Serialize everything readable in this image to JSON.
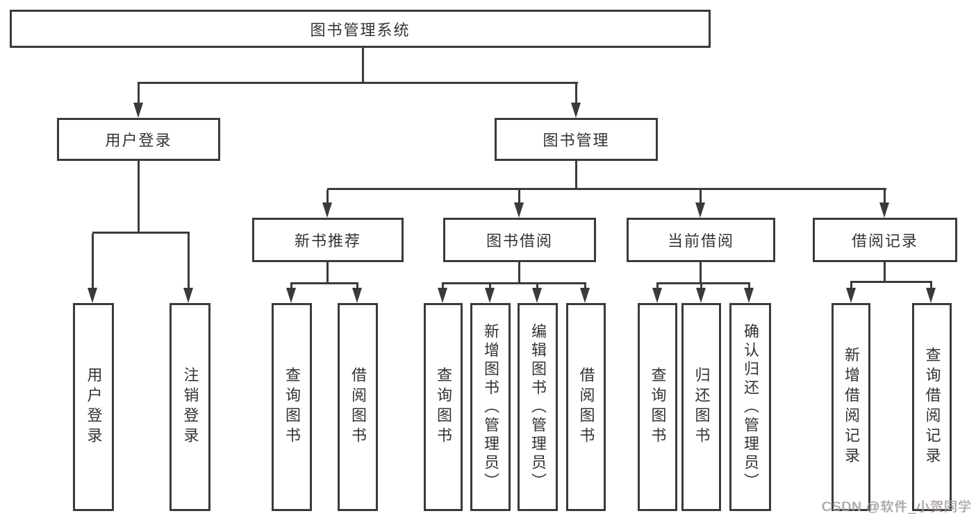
{
  "diagram": {
    "type": "hierarchy-tree",
    "colors": {
      "line": "#3a3a3a",
      "text": "#333333",
      "background": "#ffffff",
      "watermark": "#a3a3a3"
    },
    "nodes": {
      "root": {
        "label": "图书管理系统"
      },
      "user_login": {
        "label": "用户登录"
      },
      "book_mgmt": {
        "label": "图书管理"
      },
      "new_book_rec": {
        "label": "新书推荐"
      },
      "book_borrow": {
        "label": "图书借阅"
      },
      "current_borrow": {
        "label": "当前借阅"
      },
      "borrow_record": {
        "label": "借阅记录"
      },
      "leaf_user_login": {
        "label": "用户登录"
      },
      "leaf_logout": {
        "label": "注销登录"
      },
      "leaf_query_book_1": {
        "label": "查询图书"
      },
      "leaf_borrow_book_1": {
        "label": "借阅图书"
      },
      "leaf_query_book_2": {
        "label": "查询图书"
      },
      "leaf_add_book": {
        "label": "新增图书（管理员）"
      },
      "leaf_edit_book": {
        "label": "编辑图书（管理员）"
      },
      "leaf_borrow_book_2": {
        "label": "借阅图书"
      },
      "leaf_query_book_3": {
        "label": "查询图书"
      },
      "leaf_return_book": {
        "label": "归还图书"
      },
      "leaf_confirm_return": {
        "label": "确认归还（管理员）"
      },
      "leaf_add_record": {
        "label": "新增借阅记录"
      },
      "leaf_query_record": {
        "label": "查询借阅记录"
      }
    },
    "edges": [
      "root->user_login",
      "root->book_mgmt",
      "user_login->leaf_user_login",
      "user_login->leaf_logout",
      "book_mgmt->new_book_rec",
      "book_mgmt->book_borrow",
      "book_mgmt->current_borrow",
      "book_mgmt->borrow_record",
      "new_book_rec->leaf_query_book_1",
      "new_book_rec->leaf_borrow_book_1",
      "book_borrow->leaf_query_book_2",
      "book_borrow->leaf_add_book",
      "book_borrow->leaf_edit_book",
      "book_borrow->leaf_borrow_book_2",
      "current_borrow->leaf_query_book_3",
      "current_borrow->leaf_return_book",
      "current_borrow->leaf_confirm_return",
      "borrow_record->leaf_add_record",
      "borrow_record->leaf_query_record"
    ],
    "watermark": {
      "text": "CSDN @软件_小贺同学"
    }
  }
}
